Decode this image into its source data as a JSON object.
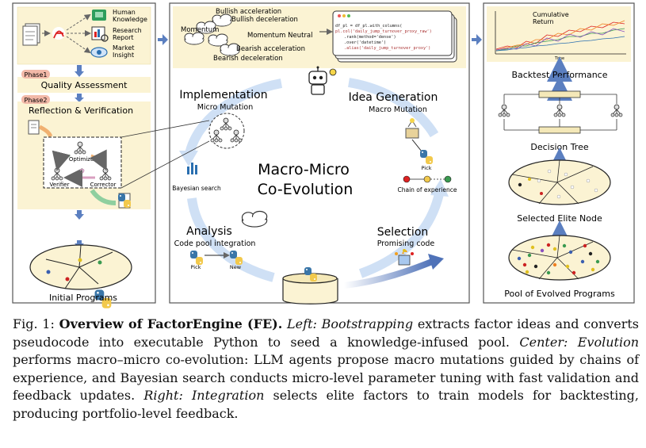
{
  "left": {
    "sources": [
      "Human Knowledge",
      "Research Report",
      "Market Insight"
    ],
    "phase1_tag": "Phase1",
    "phase1_label": "Quality Assessment",
    "phase2_tag": "Phase2",
    "phase2_label": "Reflection & Verification",
    "optimizer": "Optimizer",
    "verifier": "Verifier",
    "corrector": "Corrector",
    "initial": "Initial Programs"
  },
  "center": {
    "regimes": [
      "Bullish acceleration",
      "Bullish deceleration",
      "Momentum",
      "Momentum Neutral",
      "Bearish acceleration",
      "Bearish deceleration"
    ],
    "code_lines": [
      "df_pl = df_pl.with_columns(",
      "pl.col('daily_jump_turnover_proxy_raw')",
      "  .rank(method='dense')",
      "  .over('datetime')",
      "  .alias('daily_jump_turnover_proxy')"
    ],
    "implementation": "Implementation",
    "micro_mutation": "Micro Mutation",
    "idea_generation": "Idea Generation",
    "macro_mutation": "Macro Mutation",
    "title_line1": "Macro-Micro",
    "title_line2": "Co-Evolution",
    "bayesian": "Bayesian search",
    "pick": "Pick",
    "chain": "Chain of experience",
    "analysis": "Analysis",
    "code_pool": "Code pool integration",
    "pick2": "Pick",
    "new": "New",
    "selection": "Selection",
    "promising": "Promising code"
  },
  "right": {
    "cumulative": "Cumulative",
    "return": "Return",
    "time": "Time",
    "backtest": "Backtest Performance",
    "decision_tree": "Decision Tree",
    "selected_elite": "Selected Elite Node",
    "pool_evolved": "Pool of Evolved Programs"
  },
  "caption": {
    "fig": "Fig. 1:",
    "title": "Overview of FactorEngine (FE).",
    "left_label": "Left: Bootstrapping",
    "left_text": "extracts factor ideas and converts pseudocode into executable Python to seed a knowledge-infused pool.",
    "center_label": "Center: Evolution",
    "center_text": "performs macro–micro co-evolution: LLM agents propose macro mutations guided by chains of experience, and Bayesian search conducts micro-level parameter tuning with fast validation and feedback updates.",
    "right_label": "Right: Integration",
    "right_text": "selects elite factors to train models for backtesting, producing portfolio-level feedback."
  },
  "colors": {
    "panel_border": "#555555",
    "cream": "#fbf3d3",
    "arrow_blue": "#5b7fc0",
    "pink_tag": "#f2b9a8",
    "python_blue": "#3a76a8",
    "python_yellow": "#f2c94c"
  }
}
